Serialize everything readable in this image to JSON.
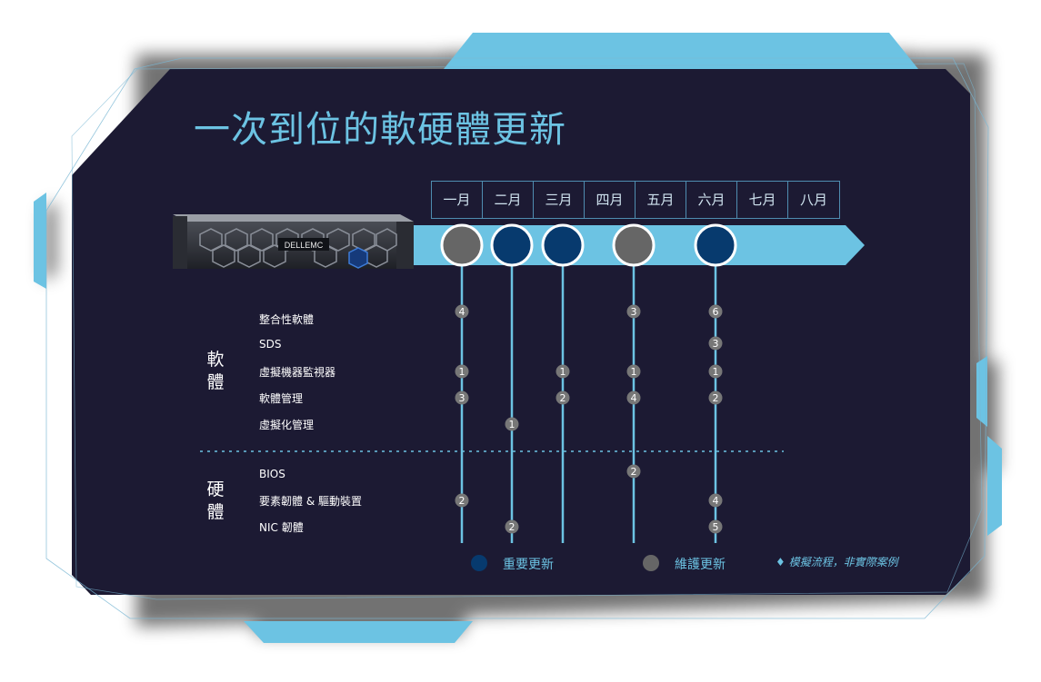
{
  "title": "一次到位的軟硬體更新",
  "months": [
    "一月",
    "二月",
    "三月",
    "四月",
    "五月",
    "六月",
    "七月",
    "八月"
  ],
  "server_brand": "DELLEMC",
  "categories": {
    "software": "軟\n體",
    "hardware": "硬\n體"
  },
  "rows": [
    {
      "id": "integrated",
      "label": "整合性軟體"
    },
    {
      "id": "sds",
      "label": "SDS"
    },
    {
      "id": "hypervisor",
      "label": "虛擬機器監視器"
    },
    {
      "id": "swmgmt",
      "label": "軟體管理"
    },
    {
      "id": "virtmgmt",
      "label": "虛擬化管理"
    },
    {
      "id": "bios",
      "label": "BIOS"
    },
    {
      "id": "firmware",
      "label": "要素韌體 & 驅動裝置"
    },
    {
      "id": "nic",
      "label": "NIC 韌體"
    }
  ],
  "releases": [
    {
      "month_index": 0,
      "type": "maintenance",
      "counts": {
        "integrated": "4",
        "hypervisor": "1",
        "swmgmt": "3",
        "firmware": "2"
      }
    },
    {
      "month_index": 1,
      "type": "major",
      "counts": {
        "virtmgmt": "1",
        "nic": "2"
      }
    },
    {
      "month_index": 2,
      "type": "major",
      "counts": {
        "hypervisor": "1",
        "swmgmt": "2"
      }
    },
    {
      "month_index": 3,
      "type": "maintenance",
      "counts": {
        "integrated": "3",
        "hypervisor": "1",
        "swmgmt": "4",
        "bios": "2"
      }
    },
    {
      "month_index": 5,
      "type": "major",
      "counts": {
        "integrated": "6",
        "sds": "3",
        "hypervisor": "1",
        "swmgmt": "2",
        "firmware": "4",
        "nic": "5"
      }
    }
  ],
  "legend": {
    "major": "重要更新",
    "maintenance": "維護更新"
  },
  "note": "♦ 模擬流程，非實際案例",
  "colors": {
    "panel": "#1c1a33",
    "accent": "#6cc3e3",
    "major": "#073a6e",
    "maintenance": "#666666",
    "badge": "#777777"
  }
}
